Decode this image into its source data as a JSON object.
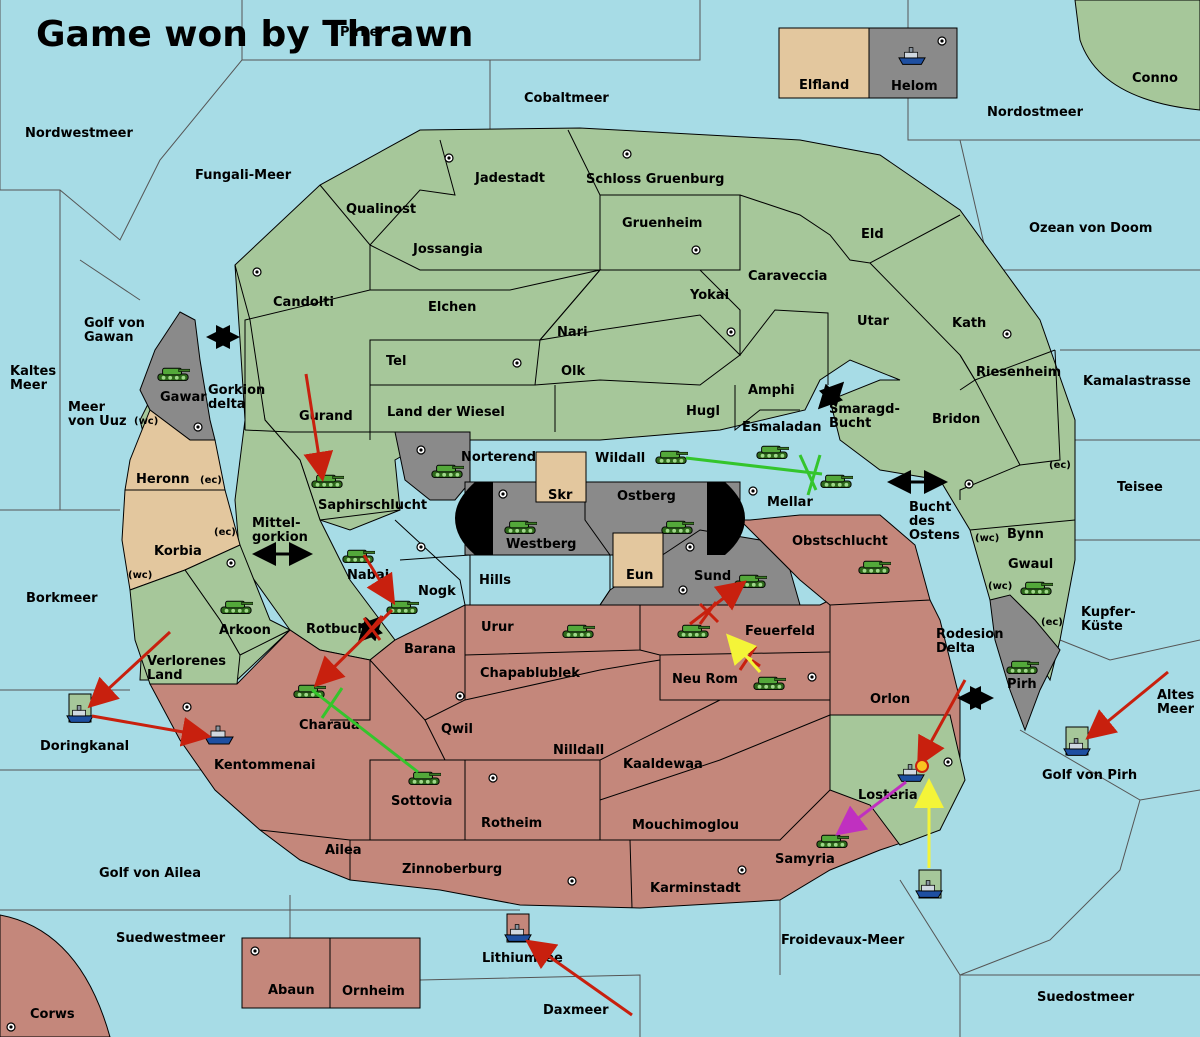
{
  "title": "Game won by Thrawn",
  "colors": {
    "sea": "#a7dce6",
    "neutral_land": "#a6c79a",
    "red_player": "#c4877b",
    "tan_player": "#e3c79e",
    "grey_player": "#8a8a8a",
    "move_red": "#c8200e",
    "move_green": "#34c52c",
    "move_yellow": "#f4f438",
    "move_magenta": "#c030c0"
  },
  "seas": {
    "pirhe": "Pirhe",
    "cobaltmeer": "Cobaltmeer",
    "nordwestmeer": "Nordwestmeer",
    "fungali": "Fungali-Meer",
    "nordostmeer": "Nordostmeer",
    "conno": "Conno",
    "ozean": "Ozean von Doom",
    "kamala": "Kamalastrasse",
    "teisee": "Teisee",
    "kupfer": "Kupfer-Küste",
    "altes": "Altes Meer",
    "golf_pirh": "Golf von Pirh",
    "suedost": "Suedostmeer",
    "froidevaux": "Froidevaux-Meer",
    "daxmeer": "Daxmeer",
    "lithiumsee": "Lithiumsee",
    "suedwest": "Suedwestmeer",
    "corws": "Corws",
    "golf_ailea": "Golf von Ailea",
    "borkmeer": "Borkmeer",
    "doringkanal": "Doringkanal",
    "kaltes": "Kaltes Meer",
    "meer_uuz": "Meer von Uuz",
    "golf_gawan": "Golf von Gawan",
    "gorkion": "Gorkion delta",
    "mittel": "Mittel-gorkion",
    "rotbucht": "Rotbucht",
    "smaragd": "Smaragd-Bucht",
    "bucht_ostens": "Bucht des Ostens",
    "rodesion": "Rodesion Delta"
  },
  "lands": {
    "elfland": "Elfland",
    "helom": "Helom",
    "jadestadt": "Jadestadt",
    "schloss": "Schloss Gruenburg",
    "qualinost": "Qualinost",
    "jossangia": "Jossangia",
    "gruenheim": "Gruenheim",
    "eld": "Eld",
    "candolti": "Candolti",
    "elchen": "Elchen",
    "caraveccia": "Caraveccia",
    "yokai": "Yokai",
    "utar": "Utar",
    "kath": "Kath",
    "nari": "Nari",
    "tel": "Tel",
    "olk": "Olk",
    "amphi": "Amphi",
    "riesenheim": "Riesenheim",
    "gawar": "Gawar",
    "gurand": "Gurand",
    "land_wiesel": "Land der Wiesel",
    "hugl": "Hugl",
    "bridon": "Bridon",
    "esmaladan": "Esmaladan",
    "heronn": "Heronn",
    "norterend": "Norterend",
    "wildall": "Wildall",
    "skr": "Skr",
    "ostberg": "Ostberg",
    "mellar": "Mellar",
    "saphir": "Saphirschlucht",
    "westberg": "Westberg",
    "bynn": "Bynn",
    "korbia": "Korbia",
    "obstschlucht": "Obstschlucht",
    "gwaul": "Gwaul",
    "nabai": "Nabai",
    "eun": "Eun",
    "sund": "Sund",
    "hills": "Hills",
    "nogk": "Nogk",
    "arkoon": "Arkoon",
    "urur": "Urur",
    "feuerfeld": "Feuerfeld",
    "barana": "Barana",
    "pirh": "Pirh",
    "verlorenes": "Verlorenes Land",
    "chapablublek": "Chapablublek",
    "neu_rom": "Neu Rom",
    "orlon": "Orlon",
    "charaua": "Charaua",
    "qwil": "Qwil",
    "nilldall": "Nilldall",
    "kentommenai": "Kentommenai",
    "kaaldewaa": "Kaaldewaa",
    "losteria": "Losteria",
    "sottovia": "Sottovia",
    "rotheim": "Rotheim",
    "mouchimoglou": "Mouchimoglou",
    "ailea": "Ailea",
    "samyria": "Samyria",
    "zinnoberburg": "Zinnoberburg",
    "karminstadt": "Karminstadt",
    "abaun": "Abaun",
    "ornheim": "Ornheim"
  },
  "coasts": {
    "wc": "(wc)",
    "ec": "(ec)"
  },
  "icons": {
    "tank": "tank-icon",
    "ship": "ship-icon",
    "supply": "supply-center-icon",
    "convoy": "double-arrow-icon"
  }
}
